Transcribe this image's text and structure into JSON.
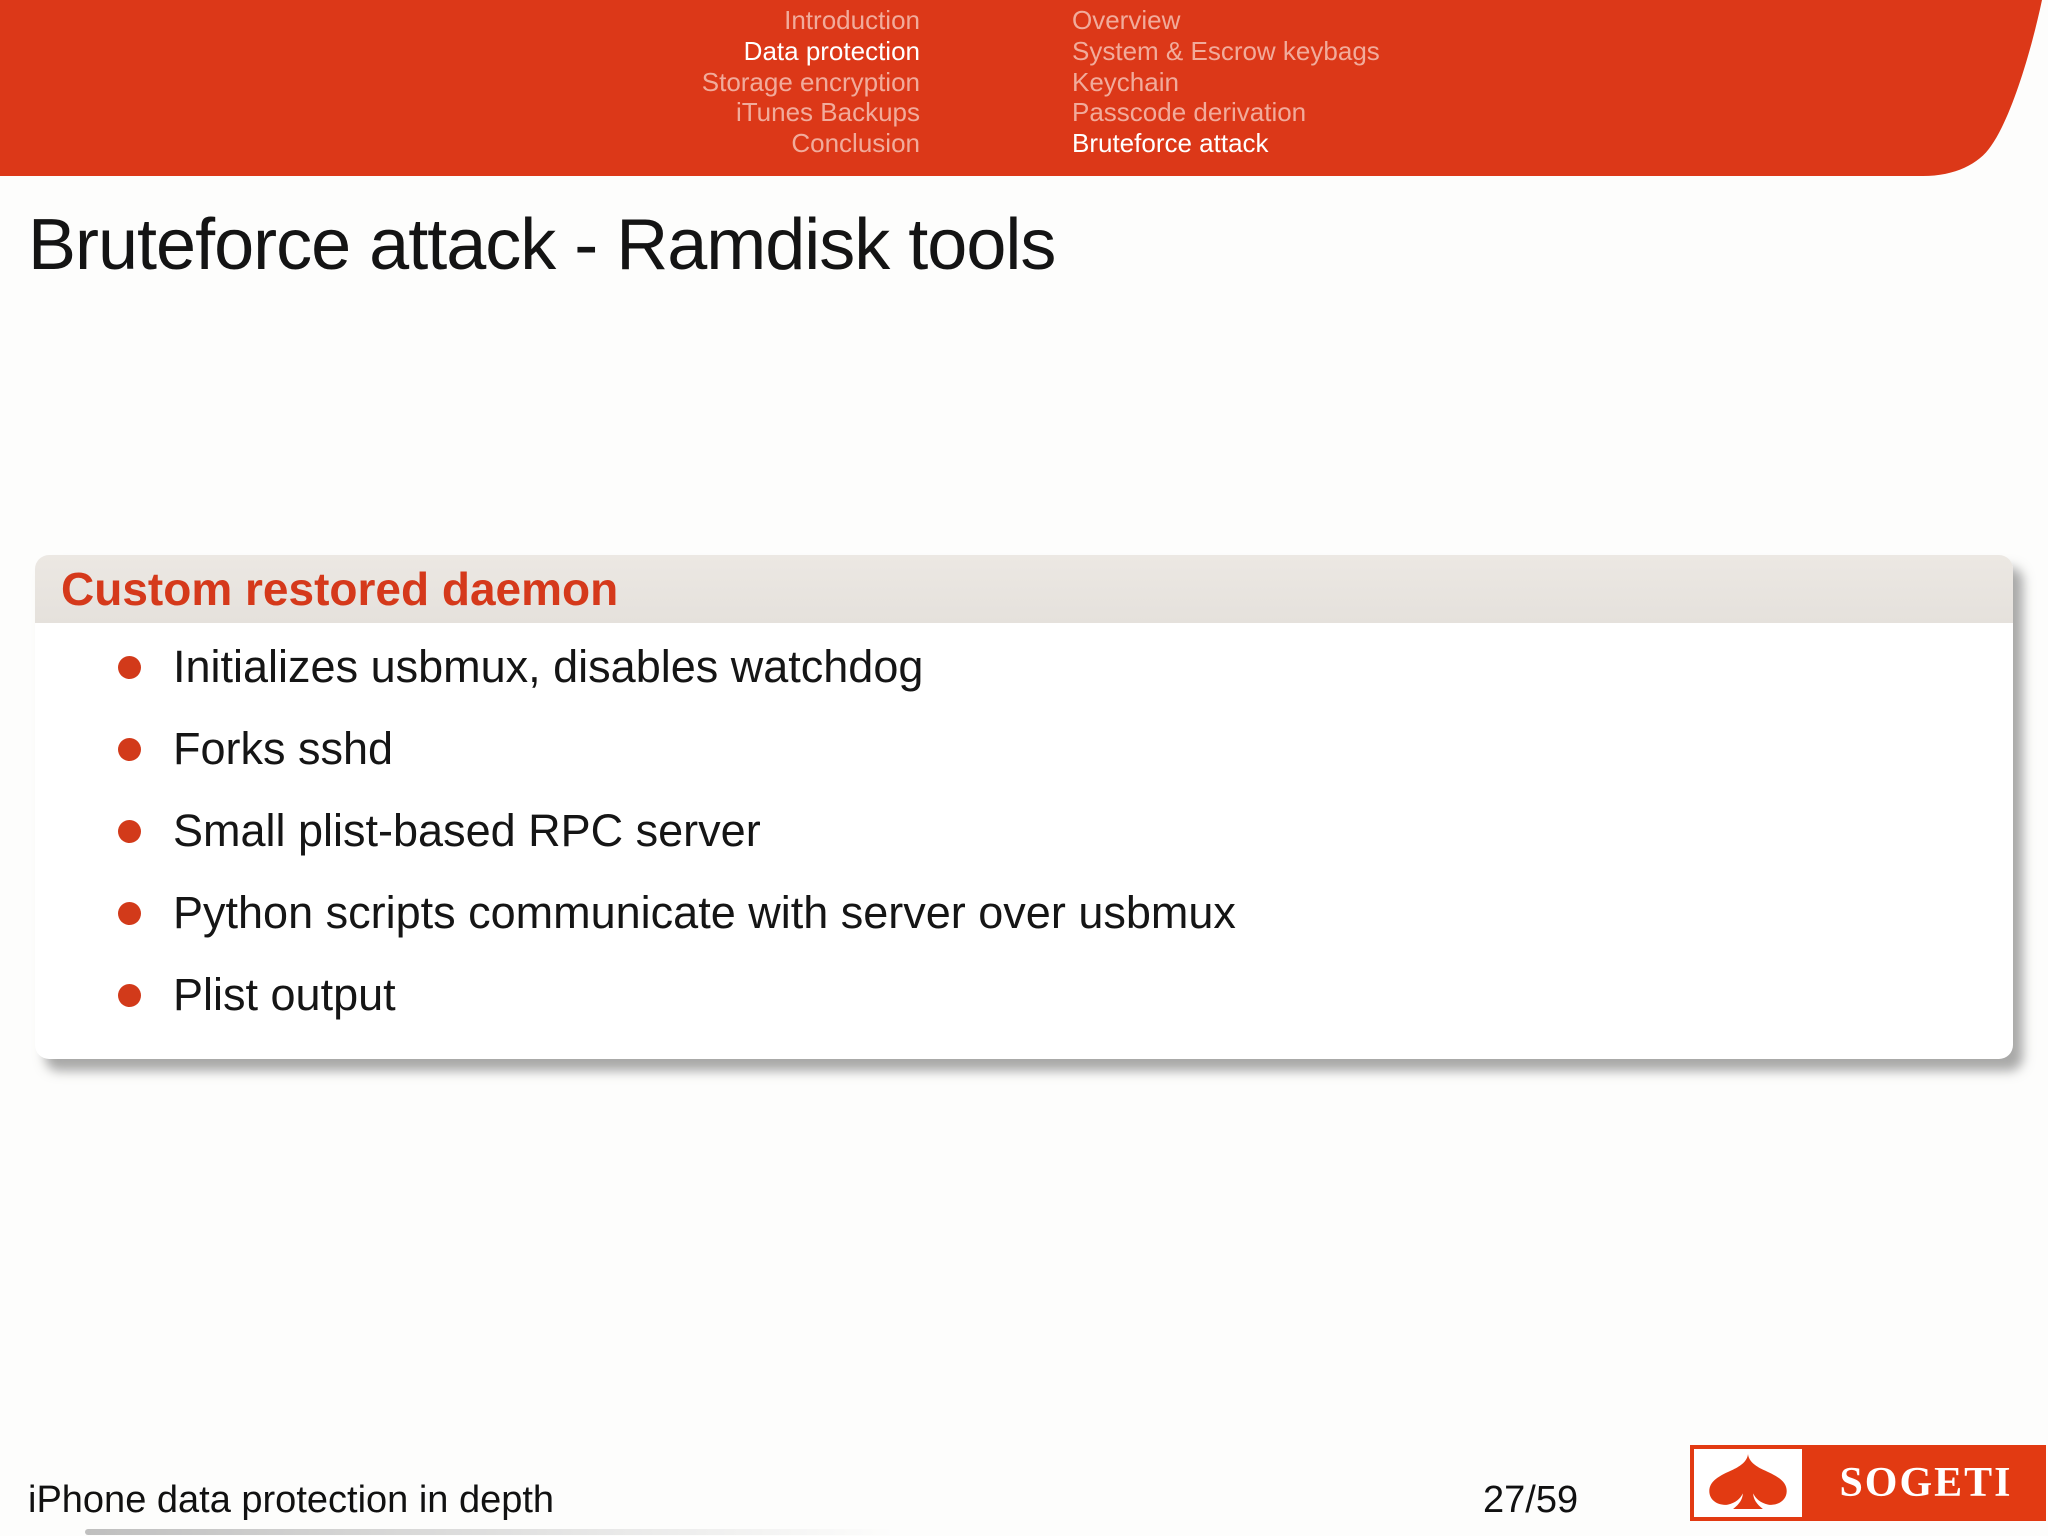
{
  "nav": {
    "sections": [
      {
        "label": "Introduction",
        "active": false
      },
      {
        "label": "Data protection",
        "active": true
      },
      {
        "label": "Storage encryption",
        "active": false
      },
      {
        "label": "iTunes Backups",
        "active": false
      },
      {
        "label": "Conclusion",
        "active": false
      }
    ],
    "subsections": [
      {
        "label": "Overview",
        "active": false
      },
      {
        "label": "System & Escrow keybags",
        "active": false
      },
      {
        "label": "Keychain",
        "active": false
      },
      {
        "label": "Passcode derivation",
        "active": false
      },
      {
        "label": "Bruteforce attack",
        "active": true
      }
    ]
  },
  "slide": {
    "title": "Bruteforce attack - Ramdisk tools",
    "block": {
      "title": "Custom restored daemon",
      "bullets": [
        "Initializes usbmux, disables watchdog",
        "Forks sshd",
        "Small plist-based RPC server",
        "Python scripts communicate with server over usbmux",
        "Plist output"
      ]
    }
  },
  "footer": {
    "left": "iPhone data protection in depth",
    "page": "27/59",
    "logo_text": "SOGETI"
  },
  "colors": {
    "header_red": "#dc3818",
    "nav_inactive": "#f1ab9b",
    "text_dark": "#141414",
    "block_header_bg": "#ece8e3",
    "block_title_red": "#d5391b",
    "bullet_red": "#d23a1a",
    "logo_red": "#e23a12"
  }
}
